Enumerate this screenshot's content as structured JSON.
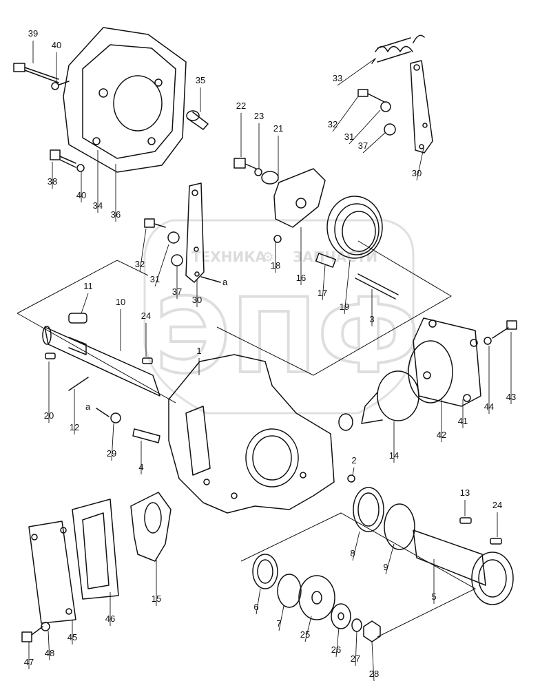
{
  "watermark": {
    "line1_left": "ТЕХНИКА",
    "line1_right": "ЗАПЧАСТИ",
    "big_text": "ЭПФ",
    "color": "#b8b8b8"
  },
  "annotation_letter": "a",
  "callouts": [
    {
      "id": "39",
      "label": "39"
    },
    {
      "id": "40a",
      "label": "40"
    },
    {
      "id": "35",
      "label": "35"
    },
    {
      "id": "38",
      "label": "38"
    },
    {
      "id": "40b",
      "label": "40"
    },
    {
      "id": "34",
      "label": "34"
    },
    {
      "id": "36",
      "label": "36"
    },
    {
      "id": "33",
      "label": "33"
    },
    {
      "id": "32a",
      "label": "32"
    },
    {
      "id": "31a",
      "label": "31"
    },
    {
      "id": "37a",
      "label": "37"
    },
    {
      "id": "30a",
      "label": "30"
    },
    {
      "id": "22",
      "label": "22"
    },
    {
      "id": "23",
      "label": "23"
    },
    {
      "id": "21",
      "label": "21"
    },
    {
      "id": "32b",
      "label": "32"
    },
    {
      "id": "31b",
      "label": "31"
    },
    {
      "id": "37b",
      "label": "37"
    },
    {
      "id": "30b",
      "label": "30"
    },
    {
      "id": "18",
      "label": "18"
    },
    {
      "id": "16",
      "label": "16"
    },
    {
      "id": "17",
      "label": "17"
    },
    {
      "id": "19",
      "label": "19"
    },
    {
      "id": "3",
      "label": "3"
    },
    {
      "id": "11",
      "label": "11"
    },
    {
      "id": "10",
      "label": "10"
    },
    {
      "id": "24a",
      "label": "24"
    },
    {
      "id": "1",
      "label": "1"
    },
    {
      "id": "20",
      "label": "20"
    },
    {
      "id": "12",
      "label": "12"
    },
    {
      "id": "29",
      "label": "29"
    },
    {
      "id": "4",
      "label": "4"
    },
    {
      "id": "43",
      "label": "43"
    },
    {
      "id": "44",
      "label": "44"
    },
    {
      "id": "41",
      "label": "41"
    },
    {
      "id": "42",
      "label": "42"
    },
    {
      "id": "14",
      "label": "14"
    },
    {
      "id": "2",
      "label": "2"
    },
    {
      "id": "8",
      "label": "8"
    },
    {
      "id": "9",
      "label": "9"
    },
    {
      "id": "13",
      "label": "13"
    },
    {
      "id": "24b",
      "label": "24"
    },
    {
      "id": "5",
      "label": "5"
    },
    {
      "id": "15",
      "label": "15"
    },
    {
      "id": "46",
      "label": "46"
    },
    {
      "id": "45",
      "label": "45"
    },
    {
      "id": "47",
      "label": "47"
    },
    {
      "id": "48",
      "label": "48"
    },
    {
      "id": "6",
      "label": "6"
    },
    {
      "id": "7",
      "label": "7"
    },
    {
      "id": "25",
      "label": "25"
    },
    {
      "id": "26",
      "label": "26"
    },
    {
      "id": "27",
      "label": "27"
    },
    {
      "id": "28",
      "label": "28"
    }
  ]
}
